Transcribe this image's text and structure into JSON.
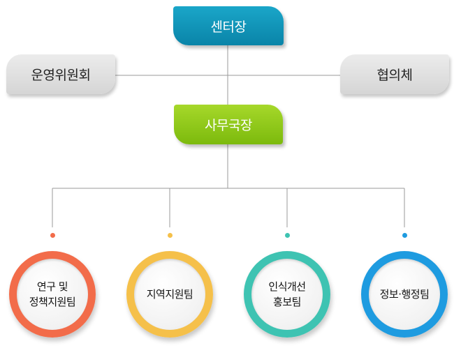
{
  "director": "센터장",
  "steering_committee": "운영위원회",
  "council": "협의체",
  "secretary_general": "사무국장",
  "teams": [
    {
      "label": "연구 및\n정책지원팀",
      "color": "#f26c4a"
    },
    {
      "label": "지역지원팀",
      "color": "#f5c04a"
    },
    {
      "label": "인식개선\n홍보팀",
      "color": "#3ec3b2"
    },
    {
      "label": "정보·행정팀",
      "color": "#1e9be0"
    }
  ]
}
